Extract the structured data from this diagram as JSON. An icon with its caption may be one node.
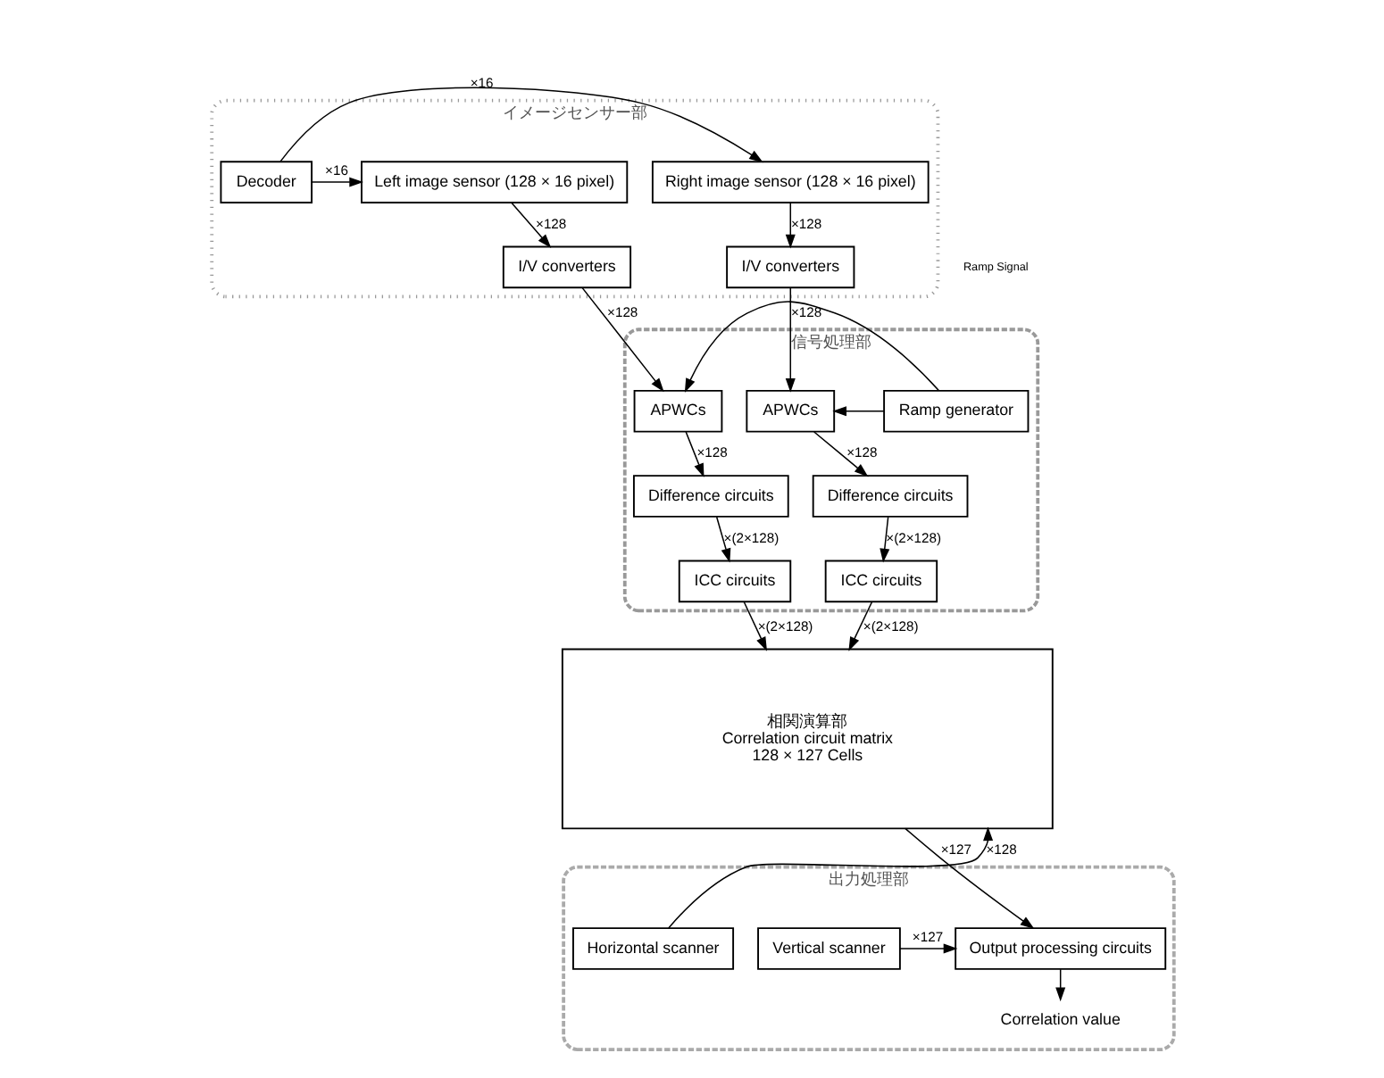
{
  "diagram": {
    "nodes": [
      {
        "text": [
          "イメージセンサー部"
        ]
      },
      {
        "text": [
          "Left image sensor (128 × 16 pixel)"
        ],
        "in": 0
      },
      {
        "text": [
          "Decoder"
        ],
        "in": 0
      },
      {
        "text": [
          "Right image sensor (128 × 16 pixel)"
        ],
        "in": 0
      },
      {
        "text": [
          "I/V converters"
        ],
        "in": 0
      },
      {
        "text": [
          "I/V converters"
        ],
        "in": 0
      },
      {
        "text": [
          "信号処理部"
        ]
      },
      {
        "text": [
          "APWCs"
        ],
        "in": 6
      },
      {
        "text": [
          "Ramp generator"
        ],
        "in": 6
      },
      {
        "text": [
          "APWCs"
        ],
        "in": 6
      },
      {
        "text": [
          "Difference circuits"
        ],
        "in": 6
      },
      {
        "text": [
          "Difference circuits"
        ],
        "in": 6
      },
      {
        "text": [
          "ICC circuits"
        ],
        "in": 6
      },
      {
        "text": [
          "ICC circuits"
        ],
        "in": 6
      },
      {
        "text": [
          "相関演算部",
          "Correlation circuit matrix",
          "128 × 127 Cells"
        ]
      },
      {
        "text": [
          "出力処理部"
        ]
      },
      {
        "text": [
          "Output processing circuits"
        ],
        "in": 15
      },
      {
        "text": [
          "Vertical scanner"
        ],
        "in": 15
      },
      {
        "text": [
          "Horizontal scanner"
        ],
        "in": 15
      },
      {
        "text": [
          "Correlation value"
        ],
        "in": 15
      }
    ],
    "edges": [
      {
        "from": 2,
        "to": 1,
        "arrow": "to",
        "label": "×16"
      },
      {
        "from": 2,
        "to": 3,
        "arrow": "to",
        "label": "×16"
      },
      {
        "from": 1,
        "to": 4,
        "arrow": "to",
        "label": "×128"
      },
      {
        "from": 3,
        "to": 5,
        "arrow": "to",
        "label": "×128"
      },
      {
        "from": 4,
        "to": 7,
        "arrow": "to",
        "label": "×128"
      },
      {
        "from": 5,
        "to": 9,
        "arrow": "to",
        "label": "×128"
      },
      {
        "from": 8,
        "to": 7,
        "arrow": "to"
      },
      {
        "from": 8,
        "to": 9,
        "arrow": "to"
      },
      {
        "from": 7,
        "to": 10,
        "arrow": "to",
        "label": "×128"
      },
      {
        "from": 9,
        "to": 11,
        "arrow": "to",
        "label": "×128"
      },
      {
        "from": 10,
        "to": 12,
        "arrow": "to",
        "label": "×(2×128)"
      },
      {
        "from": 11,
        "to": 13,
        "arrow": "to",
        "label": "×(2×128)"
      },
      {
        "from": 12,
        "to": 14,
        "arrow": "to",
        "label": "×(2×128)"
      },
      {
        "from": 13,
        "to": 14,
        "arrow": "to",
        "label": "×(2×128)"
      },
      {
        "from": 14,
        "to": 16,
        "arrow": "to",
        "label": "×127"
      },
      {
        "from": 17,
        "to": 16,
        "arrow": "to",
        "label": "×127"
      },
      {
        "from": 18,
        "to": 14,
        "arrow": "to",
        "label": "×128"
      },
      {
        "from": 16,
        "to": 19,
        "arrow": "to"
      }
    ],
    "labels": [
      "Ramp Signal"
    ]
  }
}
